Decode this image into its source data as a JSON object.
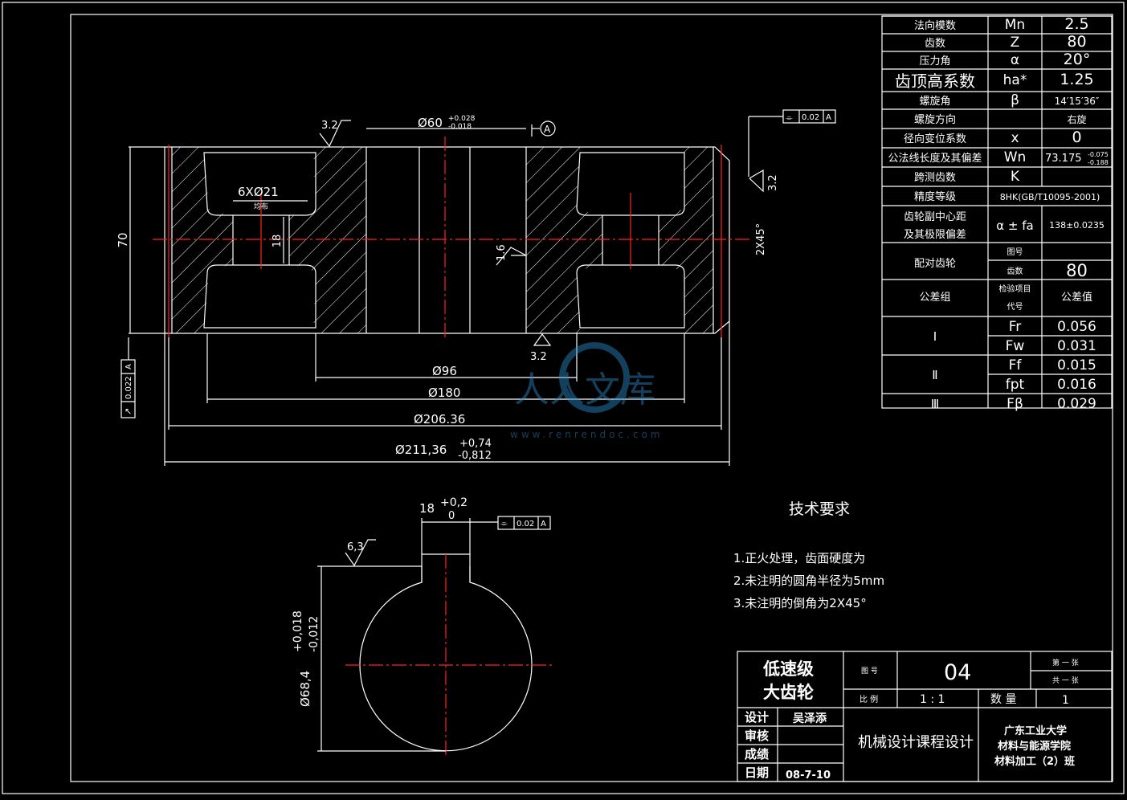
{
  "spec_table": [
    {
      "name": "法向模数",
      "sym": "Mn",
      "val": "2.5"
    },
    {
      "name": "齿数",
      "sym": "Z",
      "val": "80"
    },
    {
      "name": "压力角",
      "sym": "α",
      "val": "20°"
    },
    {
      "name": "齿顶高系数",
      "sym": "ha*",
      "val": "1.25"
    },
    {
      "name": "螺旋角",
      "sym": "β",
      "val": "14′15′36″"
    },
    {
      "name": "螺旋方向",
      "sym": "",
      "val": "右旋"
    },
    {
      "name": "径向变位系数",
      "sym": "x",
      "val": "0"
    },
    {
      "name": "公法线长度及其偏差",
      "sym": "Wn",
      "val": "73.175",
      "tol_up": "-0.075",
      "tol_dn": "-0.188"
    },
    {
      "name": "跨测齿数",
      "sym": "K",
      "val": ""
    },
    {
      "name": "精度等级",
      "sym": "",
      "val": "8HK(GB/T10095-2001)"
    },
    {
      "name": "齿轮副中心距",
      "name2": "及其极限偏差",
      "sym": "α ± fa",
      "val": "138±0.0235"
    },
    {
      "name": "配对齿轮",
      "sub1": "图号",
      "sub2": "齿数",
      "val1": "",
      "val2": "80"
    },
    {
      "name": "公差组",
      "sym": "检验项目代号",
      "val": "公差值"
    }
  ],
  "tol_groups": [
    {
      "group": "Ⅰ",
      "items": [
        {
          "code": "Fr",
          "val": "0.056"
        },
        {
          "code": "Fw",
          "val": "0.031"
        }
      ]
    },
    {
      "group": "Ⅱ",
      "items": [
        {
          "code": "Ff",
          "val": "0.015"
        },
        {
          "code": "fpt",
          "val": "0.016"
        }
      ]
    },
    {
      "group": "Ⅲ",
      "items": [
        {
          "code": "Fβ",
          "val": "0.029"
        }
      ]
    }
  ],
  "dims": {
    "bore": "Ø60",
    "bore_tol_up": "+0.028",
    "bore_tol_dn": "-0.018",
    "datum": "A",
    "holes": "6XØ21",
    "holes_note": "均布",
    "hole_len": "18",
    "width": "70",
    "chamfer": "2X45°",
    "d96": "Ø96",
    "d180": "Ø180",
    "d206": "Ø206.36",
    "d211": "Ø211,36",
    "d211_up": "+0,74",
    "d211_dn": "-0,812",
    "key_w": "18",
    "key_up": "+0,2",
    "key_dn": "0",
    "shaft": "Ø68,4",
    "shaft_up": "+0,018",
    "shaft_dn": "-0,012",
    "rough_32": "3.2",
    "rough_32b": "3,2",
    "rough_16": "1.6",
    "rough_63": "6,3",
    "tol_flat": "0.02",
    "tol_runout": "0.022",
    "tol_key": "0.02"
  },
  "tech": {
    "title": "技术要求",
    "items": [
      "1.正火处理，齿面硬度为",
      "2.未注明的圆角半径为5mm",
      "3.未注明的倒角为2X45°"
    ]
  },
  "title_block": {
    "part_name1": "低速级",
    "part_name2": "大齿轮",
    "drawing_no_label": "图 号",
    "drawing_no": "04",
    "sheet": "第 一 张",
    "sheets": "共 一 张",
    "scale_label": "比 例",
    "scale": "1 : 1",
    "qty_label": "数 量",
    "qty": "1",
    "design_label": "设计",
    "designer": "吴泽添",
    "check_label": "审核",
    "grade_label": "成绩",
    "date_label": "日期",
    "date": "08-7-10",
    "course": "机械设计课程设计",
    "school1": "广东工业大学",
    "school2": "材料与能源学院",
    "school3": "材料加工（2）班"
  },
  "watermark": {
    "text": "人人文库",
    "url": "www.renrendoc.com"
  }
}
